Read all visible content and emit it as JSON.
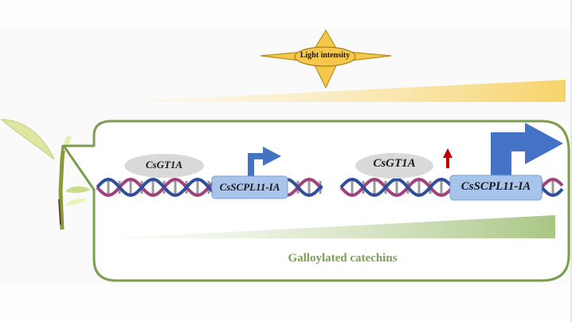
{
  "diagram": {
    "sun": {
      "label": "Light intensity",
      "fill": "#f5c74a",
      "stroke": "#b8901a"
    },
    "light_gradient": {
      "color": "#f7d36a"
    },
    "catechin_gradient": {
      "color": "#a9c684"
    },
    "outline_color": "#7a9e4e",
    "left_panel": {
      "repressor_label": "CsGT1A",
      "gene_label": "CsSCPL11-IA",
      "expression": "low"
    },
    "right_panel": {
      "repressor_label": "CsGT1A",
      "gene_label": "CsSCPL11-IA",
      "expression": "high",
      "repressor_change": "up"
    },
    "output_label": "Galloylated catechins",
    "colors": {
      "arrow_blue": "#4472c4",
      "gene_box": "#a9c4ea",
      "repressor_ellipse": "#d9d9d9",
      "up_arrow": "#c00000",
      "dna_purple": "#a0427e",
      "dna_blue": "#2f4e9c"
    }
  }
}
